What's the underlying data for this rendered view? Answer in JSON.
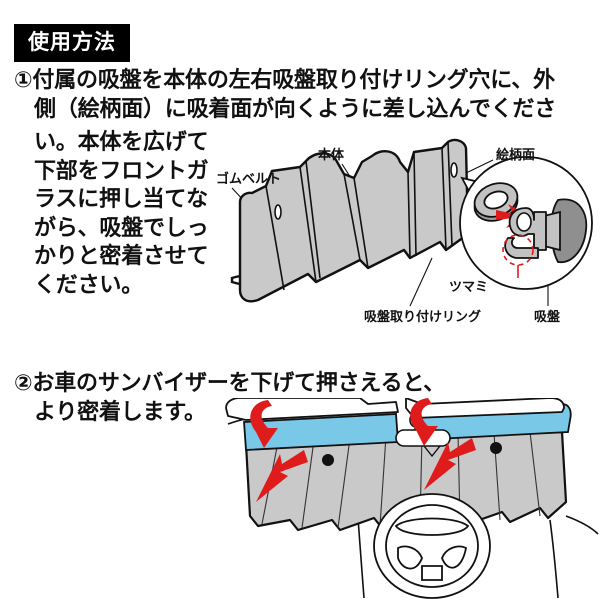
{
  "heading": {
    "label": "使用方法"
  },
  "steps": [
    {
      "marker": "①",
      "line1": "①付属の吸盤を本体の左右吸盤取り付けリング穴に、外",
      "line2": "側（絵柄面）に吸着面が向くように差し込んでくださ",
      "tail": "い。本体を広げて下部をフロントガラスに押し当てながら、吸盤でしっかりと密着させてください。"
    },
    {
      "marker": "②",
      "line1": "②お車のサンバイザーを下げて押さえると、",
      "line2": "より密着します。"
    }
  ],
  "figure1": {
    "labels": {
      "rubber_belt": "ゴムベルト",
      "main_body": "本体",
      "pattern_side": "絵柄面",
      "mounting_ring": "吸盤取り付けリング",
      "suction_cup": "吸盤",
      "tab": "ツマミ"
    }
  },
  "figure2": {
    "labels": {}
  },
  "colors": {
    "ink": "#111111",
    "panel_grey": "#c9c9c9",
    "panel_grey_dark": "#b4b4b4",
    "arrow_red": "#e01b1b",
    "visor_blue": "#79c8e8",
    "heading_bg": "#000000",
    "heading_text": "#ffffff"
  }
}
